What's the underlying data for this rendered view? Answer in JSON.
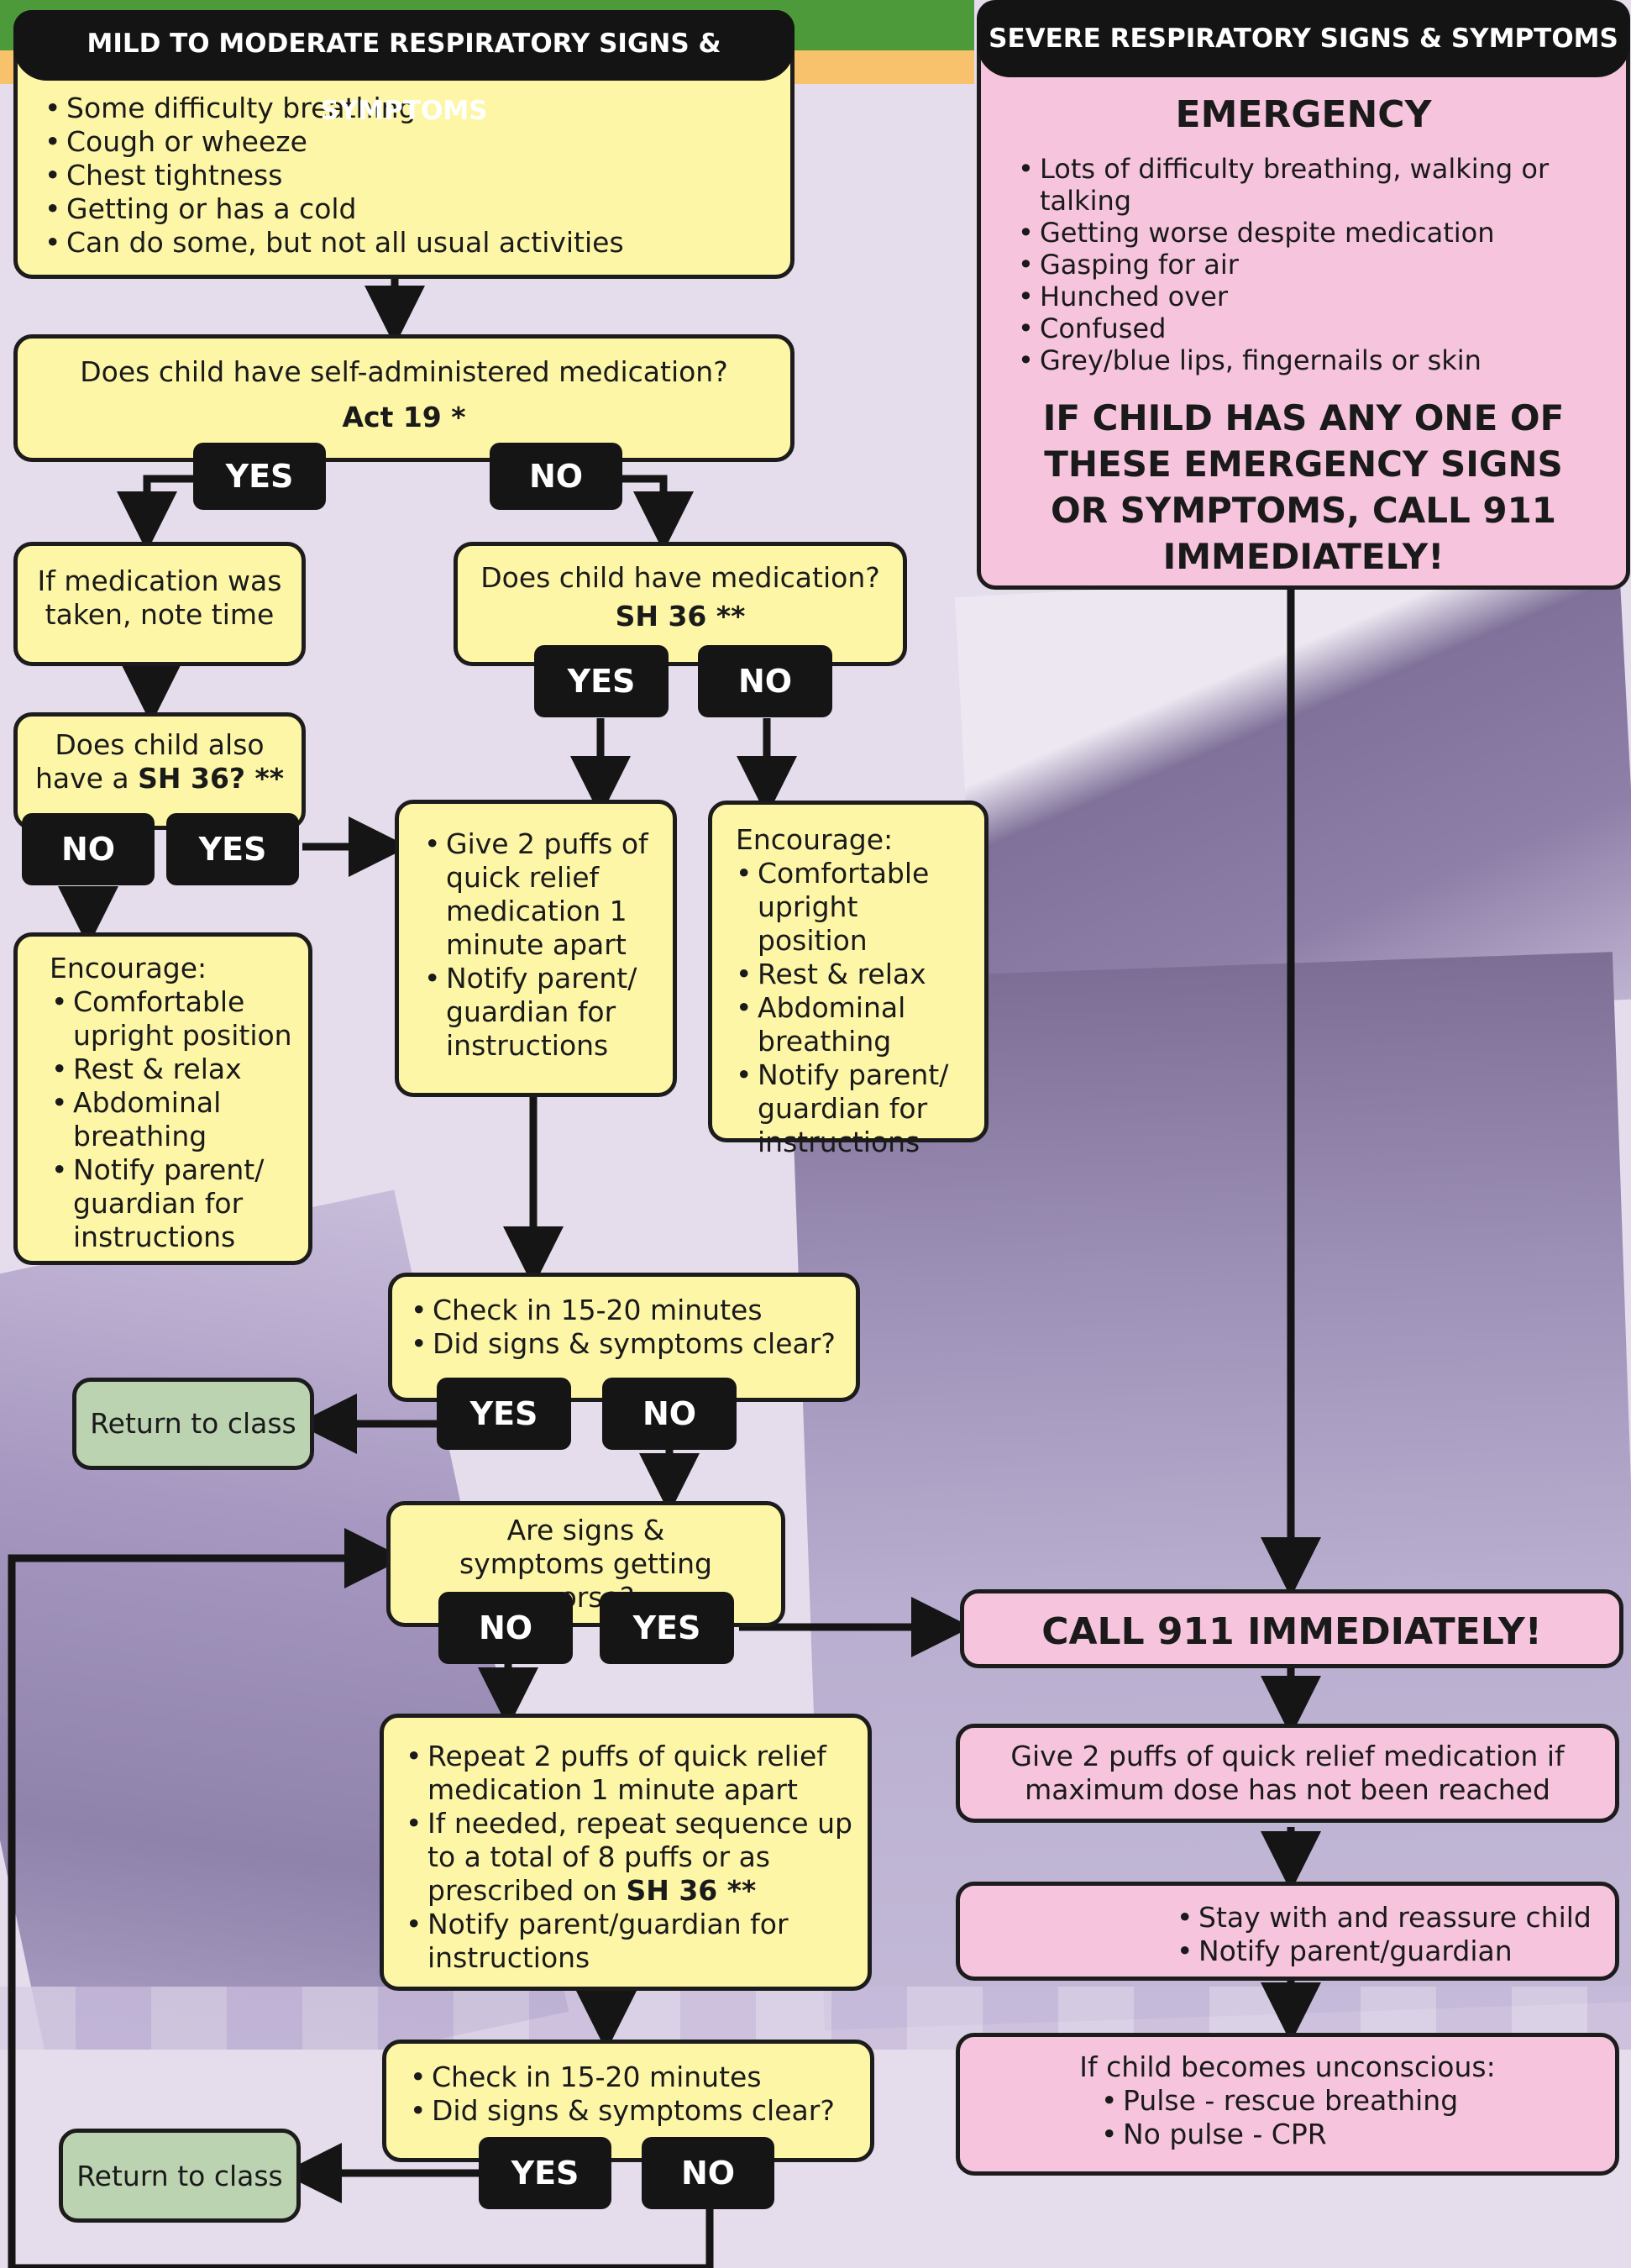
{
  "mild_panel": {
    "header": "MILD TO MODERATE RESPIRATORY SIGNS & SYMPTOMS",
    "symptoms": [
      "Some difficulty breathing",
      "Cough or wheeze",
      "Chest tightness",
      "Getting or has a cold",
      "Can do some, but not all usual activities"
    ]
  },
  "q_self_admin": {
    "question": "Does child have self-administered medication?",
    "ref": "Act 19 *"
  },
  "labels": {
    "yes": "YES",
    "no": "NO"
  },
  "note_time": "If medication was taken, note time",
  "q_also_sh36": {
    "prefix": "Does child also have a ",
    "ref": "SH 36? **"
  },
  "q_has_med": {
    "question": "Does child have medication?",
    "ref": "SH 36 **"
  },
  "give_puffs": [
    "Give 2 puffs of quick relief medication 1 minute apart",
    "Notify parent/ guardian for instructions"
  ],
  "encourage_left": {
    "title": "Encourage:",
    "items": [
      "Comfortable upright position",
      "Rest & relax",
      "Abdominal breathing",
      "Notify parent/ guardian for instructions"
    ]
  },
  "encourage_right": {
    "title": "Encourage:",
    "items": [
      "Comfortable upright position",
      "Rest & relax",
      "Abdominal breathing",
      "Notify parent/ guardian for instructions"
    ]
  },
  "check1": [
    "Check in 15-20 minutes",
    "Did signs & symptoms clear?"
  ],
  "return_class": "Return to class",
  "q_worse": "Are signs & symptoms getting worse?",
  "repeat_puffs": {
    "item1": "Repeat 2 puffs of quick relief medication 1 minute apart",
    "item2_prefix": "If needed, repeat sequence up to a total of 8 puffs or as prescribed on ",
    "item2_ref": "SH 36 **",
    "item3": "Notify parent/guardian for instructions"
  },
  "check2": [
    "Check in 15-20 minutes",
    "Did signs & symptoms clear?"
  ],
  "severe_panel": {
    "header": "SEVERE RESPIRATORY SIGNS & SYMPTOMS",
    "title": "EMERGENCY",
    "symptoms": [
      "Lots of difficulty breathing, walking or talking",
      "Getting worse despite medication",
      "Gasping for air",
      "Hunched over",
      "Confused",
      "Grey/blue lips, fingernails or skin"
    ],
    "callout": "IF CHILD HAS ANY ONE OF THESE EMERGENCY SIGNS OR SYMPTOMS, CALL 911 IMMEDIATELY!"
  },
  "call911": "CALL 911 IMMEDIATELY!",
  "give_puffs_max": "Give 2 puffs of quick relief medication if maximum dose has not been reached",
  "stay_with": [
    "Stay with and reassure child",
    "Notify parent/guardian"
  ],
  "unconscious": {
    "title": "If child becomes unconscious:",
    "items": [
      "Pulse - rescue breathing",
      "No pulse - CPR"
    ]
  },
  "colors": {
    "yellow": "#fdf6a7",
    "pink": "#f6c5dd",
    "green": "#bcd3b2",
    "lavender": "#e5dcec",
    "photo": "#b3a6c9",
    "black": "#151515"
  }
}
